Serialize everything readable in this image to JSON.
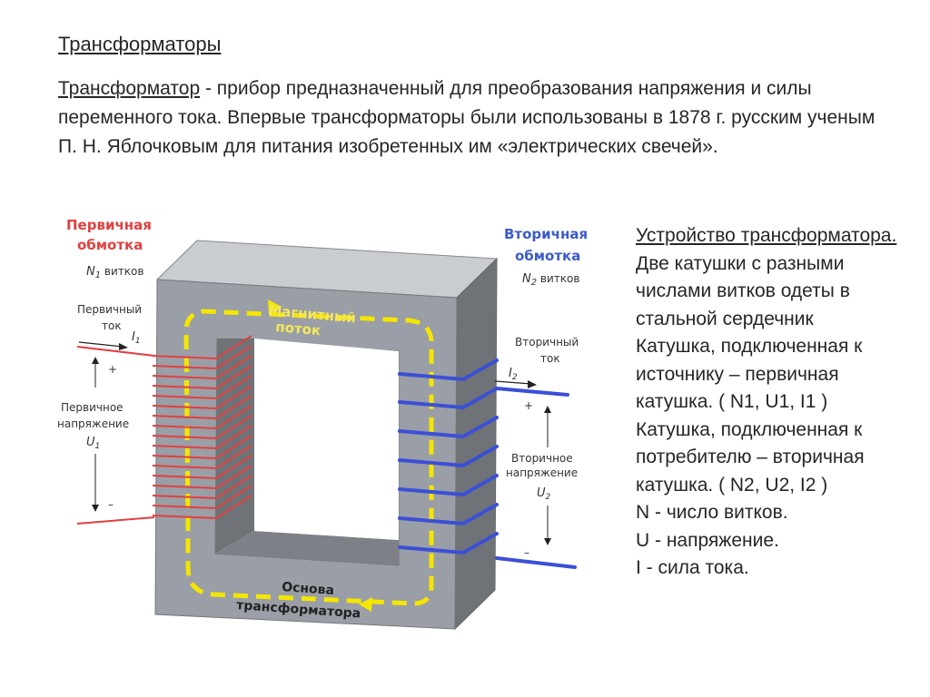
{
  "title": "Трансформаторы",
  "intro": {
    "term": "Трансформатор",
    "text": " - прибор предназначенный для преобразования напряжения и силы переменного тока. Впервые трансформаторы были использованы в 1878 г. русским ученым П. Н. Яблочковым для питания изобретенных им «электрических свечей»."
  },
  "side": {
    "heading": "Устройство трансформатора.",
    "lines": [
      "Две катушки с разными числами витков одеты в стальной сердечник",
      "Катушка, подключенная к источнику – первичная катушка. ( N1, U1, I1 )",
      "Катушка, подключенная к потребителю – вторичная катушка. ( N2, U2, I2 )",
      "N - число витков.",
      "U - напряжение.",
      "I - сила тока."
    ]
  },
  "diagram": {
    "primary_winding": [
      "Первичная",
      "обмотка"
    ],
    "primary_turns": [
      "N",
      "1",
      " витков"
    ],
    "primary_current": [
      "Первичный",
      "ток"
    ],
    "primary_current_symbol": [
      "I",
      "1"
    ],
    "primary_voltage": [
      "Первичное",
      "напряжение"
    ],
    "primary_voltage_symbol": [
      "U",
      "1"
    ],
    "secondary_winding": [
      "Вторичная",
      "обмотка"
    ],
    "secondary_turns": [
      "N",
      "2",
      " витков"
    ],
    "secondary_current": [
      "Вторичный",
      "ток"
    ],
    "secondary_current_symbol": [
      "I",
      "2"
    ],
    "secondary_voltage": [
      "Вторичное",
      "напряжение"
    ],
    "secondary_voltage_symbol": [
      "U",
      "2"
    ],
    "flux": [
      "Магнитный",
      "поток"
    ],
    "core": [
      "Основа",
      "трансформатора"
    ],
    "plus": "+",
    "minus": "–",
    "colors": {
      "primary": "#e04040",
      "secondary": "#3b4fd6",
      "flux": "#f5e600",
      "core": "#9a9ea6"
    }
  }
}
